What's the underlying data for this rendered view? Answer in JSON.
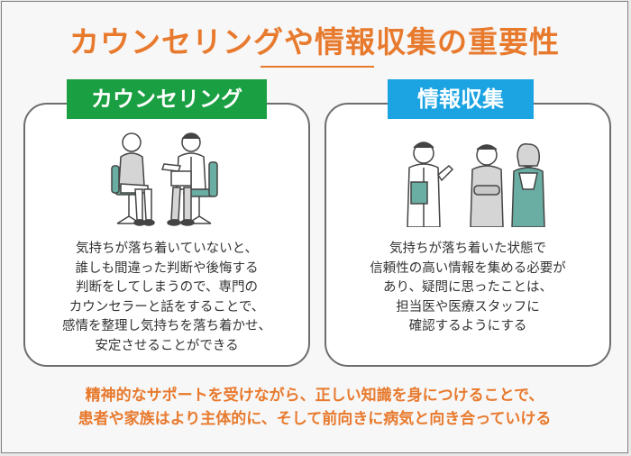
{
  "title": "カウンセリングや情報収集の重要性",
  "cards": [
    {
      "tag": "カウンセリング",
      "body": "気持ちが落ち着いていないと、\n誰しも間違った判断や後悔する\n判断をしてしまうので、専門の\nカウンセラーと話をすることで、\n感情を整理し気持ちを落ち着かせ、\n安定させることができる"
    },
    {
      "tag": "情報収集",
      "body": "気持ちが落ち着いた状態で\n信頼性の高い情報を集める必要が\nあり、疑問に思ったことは、\n担当医や医療スタッフに\n確認するようにする"
    }
  ],
  "footer": "精神的なサポートを受けながら、正しい知識を身につけることで、\n患者や家族はより主体的に、そして前向きに病気と向き合っていける",
  "colors": {
    "accent": "#e87a2e",
    "tag_green": "#1aa042",
    "tag_blue": "#1ba3e2",
    "illustration_teal": "#6aaea3",
    "illustration_gray": "#c8c8c8"
  }
}
